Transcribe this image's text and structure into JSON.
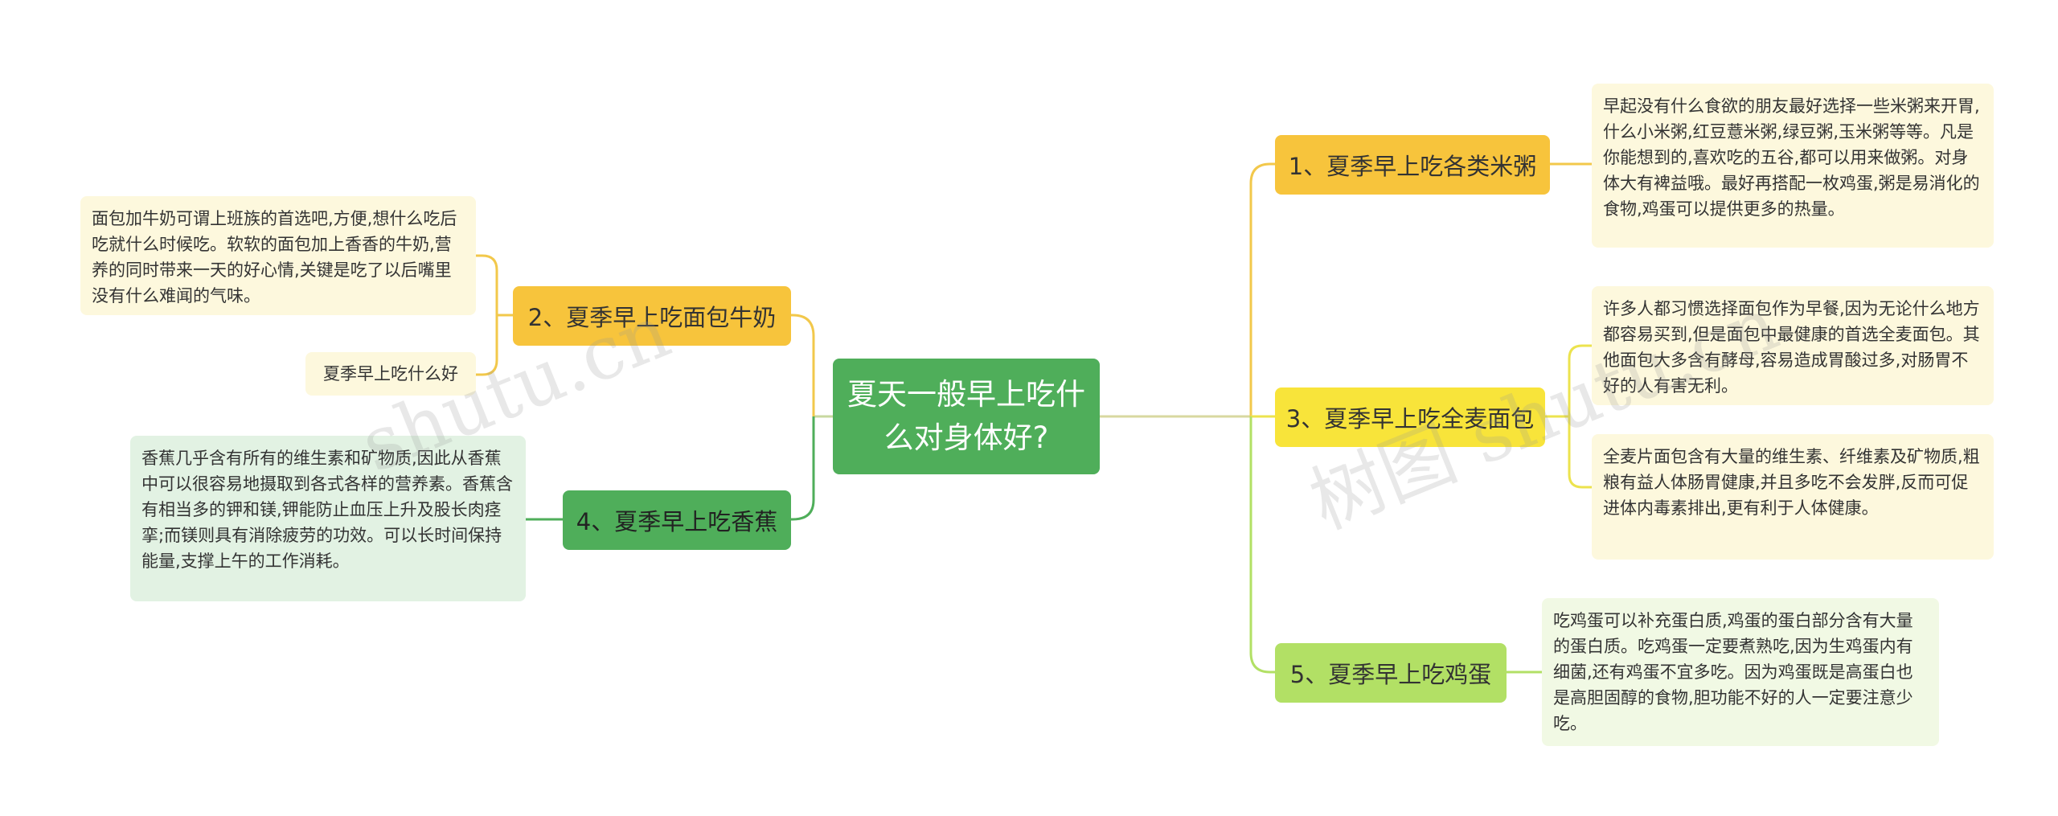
{
  "center": {
    "title": "夏天一般早上吃什么对身体好?"
  },
  "branches": [
    {
      "label": "1、夏季早上吃各类米粥",
      "color": "#f7c43c",
      "leaves": [
        "早起没有什么食欲的朋友最好选择一些米粥来开胃,什么小米粥,红豆薏米粥,绿豆粥,玉米粥等等。凡是你能想到的,喜欢吃的五谷,都可以用来做粥。对身体大有裨益哦。最好再搭配一枚鸡蛋,粥是易消化的食物,鸡蛋可以提供更多的热量。"
      ]
    },
    {
      "label": "2、夏季早上吃面包牛奶",
      "color": "#f7c43c",
      "leaves": [
        "面包加牛奶可谓上班族的首选吧,方便,想什么吃后吃就什么时候吃。软软的面包加上香香的牛奶,营养的同时带来一天的好心情,关键是吃了以后嘴里没有什么难闻的气味。",
        "夏季早上吃什么好"
      ]
    },
    {
      "label": "3、夏季早上吃全麦面包",
      "color": "#f8e43a",
      "leaves": [
        "许多人都习惯选择面包作为早餐,因为无论什么地方都容易买到,但是面包中最健康的首选全麦面包。其他面包大多含有酵母,容易造成胃酸过多,对肠胃不好的人有害无利。",
        "全麦片面包含有大量的维生素、纤维素及矿物质,粗粮有益人体肠胃健康,并且多吃不会发胖,反而可促进体内毒素排出,更有利于人体健康。"
      ]
    },
    {
      "label": "4、夏季早上吃香蕉",
      "color": "#4fae5a",
      "leaves": [
        "香蕉几乎含有所有的维生素和矿物质,因此从香蕉中可以很容易地摄取到各式各样的营养素。香蕉含有相当多的钾和镁,钾能防止血压上升及股长肉痉挛;而镁则具有消除疲劳的功效。可以长时间保持能量,支撑上午的工作消耗。"
      ]
    },
    {
      "label": "5、夏季早上吃鸡蛋",
      "color": "#b2e065",
      "leaves": [
        "吃鸡蛋可以补充蛋白质,鸡蛋的蛋白部分含有大量的蛋白质。吃鸡蛋一定要煮熟吃,因为生鸡蛋内有细菌,还有鸡蛋不宜多吃。因为鸡蛋既是高蛋白也是高胆固醇的食物,胆功能不好的人一定要注意少吃。"
      ]
    }
  ],
  "watermark": {
    "text_left": "shutu.cn",
    "text_right": "树图 shutu.cn"
  }
}
